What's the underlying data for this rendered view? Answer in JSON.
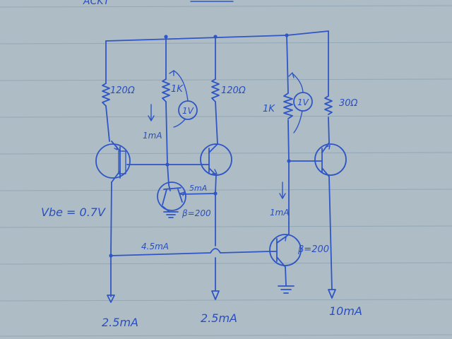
{
  "labels": {
    "top_scribble": "ACKT",
    "r_left": "120Ω",
    "r_mid_1k": "1K",
    "r_mid_120": "120Ω",
    "r_right_1k": "1K",
    "r_right_30": "30Ω",
    "v_meter_mid": "1V",
    "v_meter_right": "1V",
    "i_mid": "1mA",
    "i_right": "1mA",
    "i_5ma": "5mA",
    "beta_mid": "β=200",
    "beta_right": "β=200",
    "vbe": "Vbe = 0.7V",
    "i_45": "4.5mA",
    "out_left": "2.5mA",
    "out_mid": "2.5mA",
    "out_right": "10mA"
  }
}
